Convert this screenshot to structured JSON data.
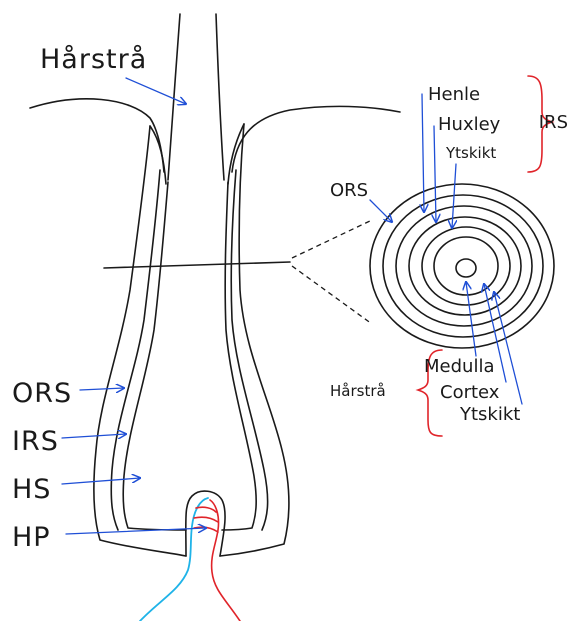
{
  "colors": {
    "ink": "#1a1a1a",
    "arrow": "#1f4fd6",
    "bracket": "#e0242a",
    "vessel_red": "#e0242a",
    "vessel_blue": "#1fb3e8"
  },
  "follicle_labels": {
    "harstra": "Hårstrå",
    "ors": "ORS",
    "irs": "IRS",
    "hs": "HS",
    "hp": "HP"
  },
  "cross_section": {
    "ors": "ORS",
    "irs_group": "IRS",
    "irs_layers": [
      "Henle",
      "Huxley",
      "Ytskikt"
    ],
    "hair_group": "Hårstrå",
    "hair_layers": [
      "Medulla",
      "Cortex",
      "Ytskikt"
    ]
  }
}
